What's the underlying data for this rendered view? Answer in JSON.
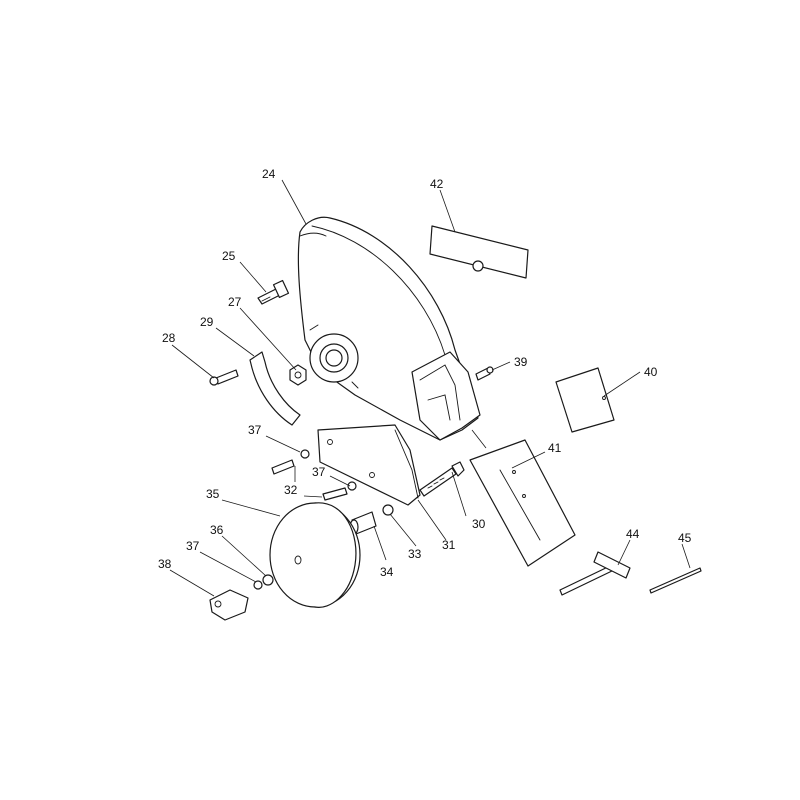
{
  "labels": {
    "p24": "24",
    "p25": "25",
    "p27": "27",
    "p28": "28",
    "p29": "29",
    "p30": "30",
    "p31": "31",
    "p32": "32",
    "p33": "33",
    "p34": "34",
    "p35": "35",
    "p36": "36",
    "p37a": "37",
    "p37b": "37",
    "p37c": "37",
    "p38": "38",
    "p39": "39",
    "p40": "40",
    "p41": "41",
    "p42": "42",
    "p44": "44",
    "p45": "45"
  }
}
